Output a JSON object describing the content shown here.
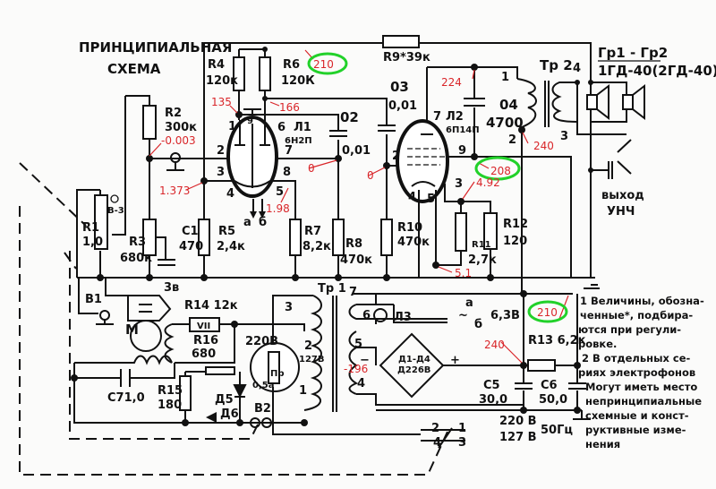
{
  "title": {
    "line1": "ПРИНЦИПИАЛЬНАЯ",
    "line2": "СХЕМА"
  },
  "colors": {
    "wire": "#111111",
    "voltage": "#d9262a",
    "highlight": "#22d12a"
  },
  "components": {
    "r1": {
      "name": "R1",
      "value": "1,0"
    },
    "r2": {
      "name": "R2",
      "value": "300к"
    },
    "r3": {
      "name": "R3",
      "value": "680к"
    },
    "r4": {
      "name": "R4",
      "value": "120к"
    },
    "r5": {
      "name": "R5",
      "value": "2,4к"
    },
    "r6": {
      "name": "R6",
      "value": "120К"
    },
    "r7": {
      "name": "R7",
      "value": "8,2к"
    },
    "r8": {
      "name": "R8",
      "value": "470к"
    },
    "r9": {
      "label": "R9*39к"
    },
    "r10": {
      "name": "R10",
      "value": "470к"
    },
    "r11": {
      "name": "R11",
      "value": "2,7к"
    },
    "r12": {
      "name": "R12",
      "value": "120"
    },
    "r13": {
      "label": "R13 6,2к"
    },
    "r14": {
      "label": "R14 12к",
      "mark": "VII"
    },
    "r15": {
      "name": "R15",
      "value": "180"
    },
    "r16": {
      "name": "R16",
      "value": "680"
    },
    "c1": {
      "name": "C1",
      "value": "470"
    },
    "c2": {
      "name": "02",
      "value": "0,01"
    },
    "c3": {
      "name": "03",
      "value": "0,01"
    },
    "c4": {
      "name": "04",
      "value": "4700"
    },
    "c5": {
      "name": "C5",
      "value": "30,0"
    },
    "c6": {
      "name": "C6",
      "value": "50,0"
    },
    "c7": {
      "label": "C71,0"
    },
    "l1": {
      "name": "Л1",
      "type": "6Н2П"
    },
    "l2": {
      "name": "Л2",
      "type": "6П14П"
    },
    "l3": {
      "name": "Л3"
    },
    "tr1": {
      "name": "Тр 1",
      "tap220": "220В",
      "tap127": "127В"
    },
    "tr2": {
      "name": "Тр 2"
    },
    "speakers": {
      "name": "Гр1 - Гр2",
      "type": "1ГД-40(2ГД-40)"
    },
    "output": {
      "line1": "выход",
      "line2": "УНЧ"
    },
    "fuse": {
      "name": "Пр",
      "value": "0,5а"
    },
    "bridge": {
      "name": "Д1-Д4",
      "type": "Д226В"
    },
    "diode": {
      "name": "Д5",
      "type": "Д6"
    },
    "switch1": "В1",
    "switch2": "В2",
    "motor": "М",
    "sensor_3v": "3в",
    "b3": "В-3",
    "filament": {
      "a": "а",
      "b": "б",
      "voltage": "6,3В",
      "tilde": "~"
    },
    "mains": {
      "v220": "220 В",
      "v127": "127 В",
      "freq": "50Гц"
    },
    "tube_outputs": {
      "a": "а",
      "b": "б"
    }
  },
  "pins": {
    "l1": [
      "1",
      "9",
      "6",
      "7",
      "2",
      "3",
      "8",
      "4",
      "5"
    ],
    "l2": [
      "7",
      "2",
      "9",
      "4",
      "5",
      "3"
    ],
    "tr2": [
      "1",
      "4",
      "2",
      "3"
    ],
    "tr1": [
      "3",
      "2",
      "1",
      "7",
      "6",
      "5",
      "4"
    ],
    "switch": [
      "2",
      "1",
      "4",
      "3"
    ],
    "bridge_minus": "−",
    "bridge_plus": "+"
  },
  "voltages": {
    "v210_top": "210",
    "v135": "135",
    "v166": "166",
    "vm0003": "-0.003",
    "v1373": "1.373",
    "v198": "1.98",
    "v0_l1": "0",
    "v0_l2": "0",
    "v224": "224",
    "v240_tr2": "240",
    "v208": "208",
    "v492": "4.92",
    "v51": "5.1",
    "v210_bus": "210",
    "v240_psu": "240",
    "vm196": "-196"
  },
  "notes": [
    "1 Величины, обозна-",
    "ченные*, подбира-",
    "ются при регули-",
    "ровке.",
    "2 В отдельных се-",
    "риях электрофонов",
    "Могут иметь место",
    "непринципиальные",
    "схемные и конст-",
    "руктивные изме-",
    "нения"
  ]
}
